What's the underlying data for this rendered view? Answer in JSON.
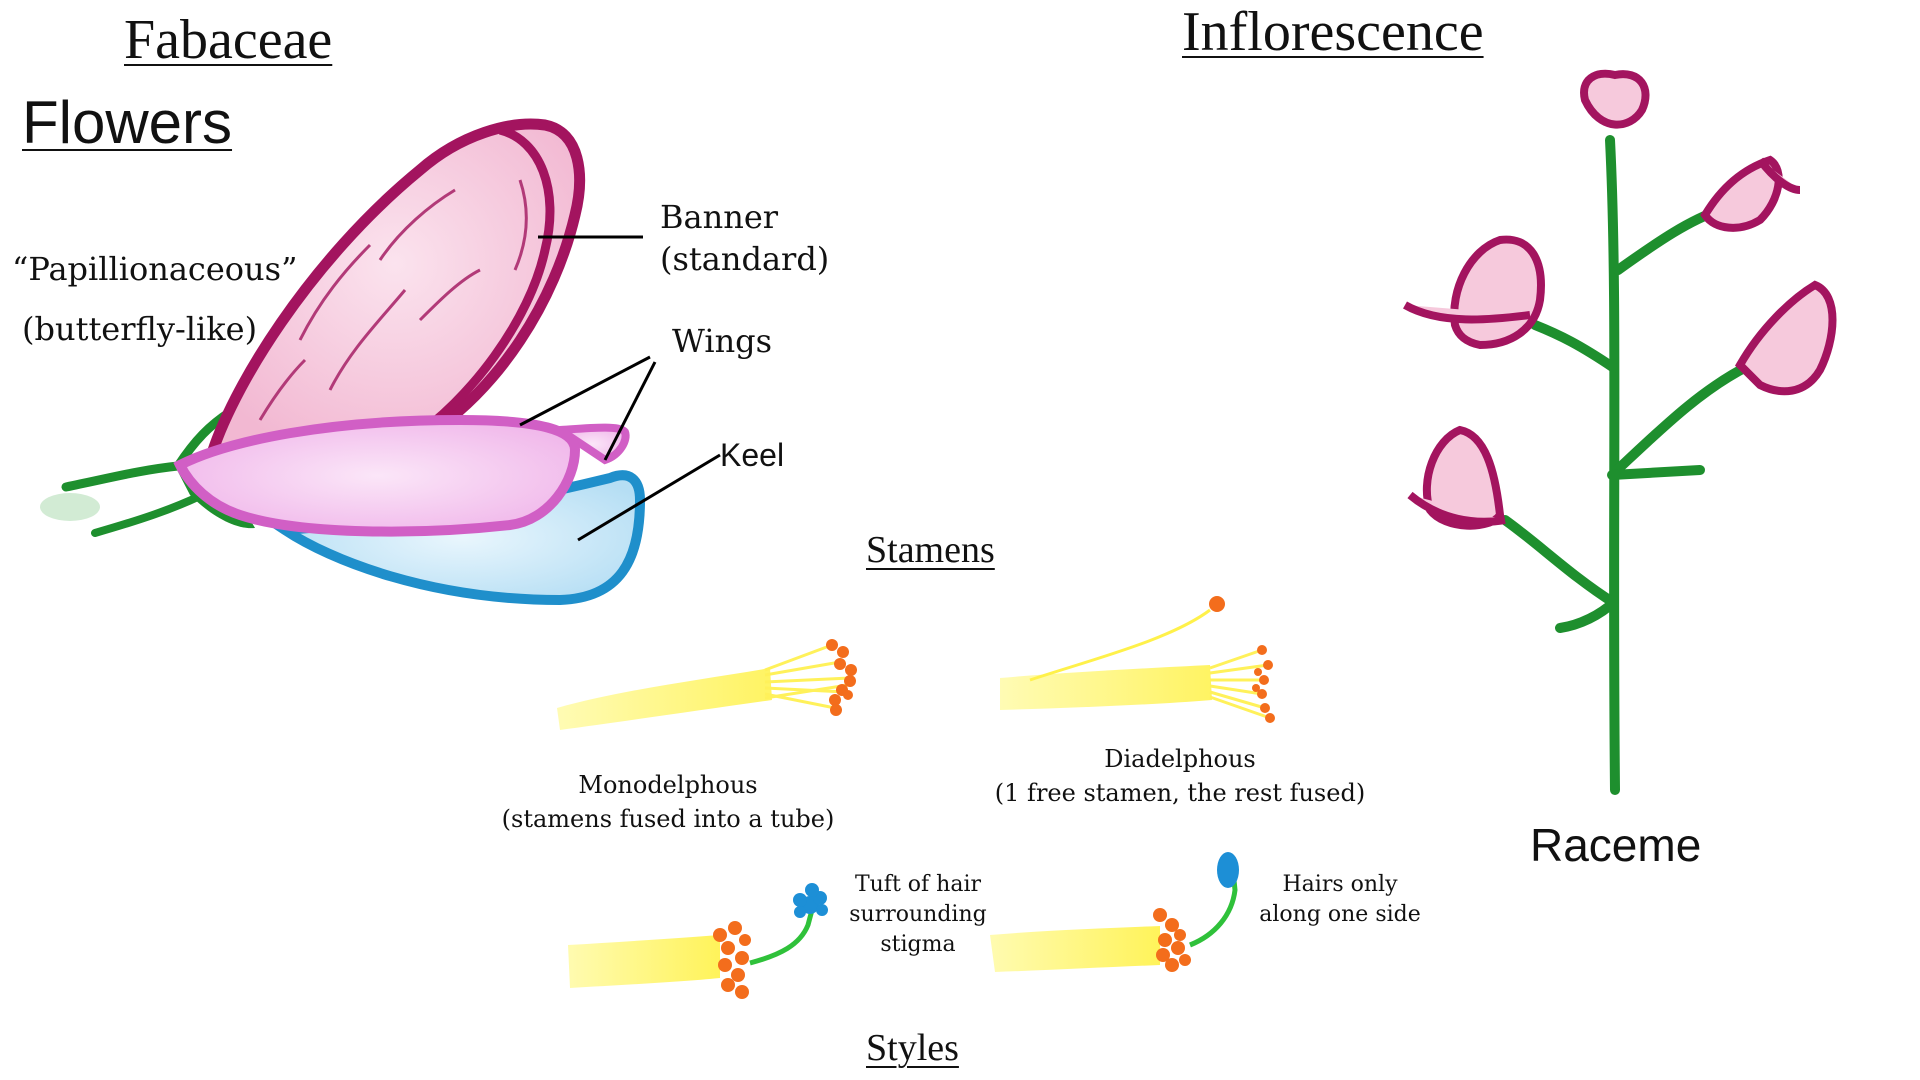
{
  "titles": {
    "family": "Fabaceae",
    "flowers": "Flowers",
    "inflorescence": "Inflorescence",
    "stamens": "Stamens",
    "styles": "Styles"
  },
  "flower_labels": {
    "papilionaceous": "“Papillionaceous”",
    "butterfly": "(butterfly-like)",
    "banner": "Banner",
    "banner_alt": "(standard)",
    "wings": "Wings",
    "keel": "Keel"
  },
  "stamen_types": {
    "mono_name": "Monodelphous",
    "mono_desc": "(stamens fused into a tube)",
    "di_name": "Diadelphous",
    "di_desc": "(1 free stamen, the rest fused)"
  },
  "style_types": {
    "tuft_line1": "Tuft of hair",
    "tuft_line2": "surrounding",
    "tuft_line3": "stigma",
    "hairs_line1": "Hairs only",
    "hairs_line2": "along one side"
  },
  "inflorescence": {
    "type": "Raceme"
  },
  "colors": {
    "banner_outline": "#a3145f",
    "banner_fill": "#f6c9dc",
    "wing_outline": "#d15fc5",
    "wing_fill": "#f4c6ee",
    "keel_outline": "#1f8fcb",
    "keel_fill": "#c9e8f7",
    "stem": "#1e8f2e",
    "filament": "#fff14a",
    "anther": "#f36d1c",
    "stigma_hair": "#1d8fd6",
    "style_green": "#2fc13a"
  }
}
